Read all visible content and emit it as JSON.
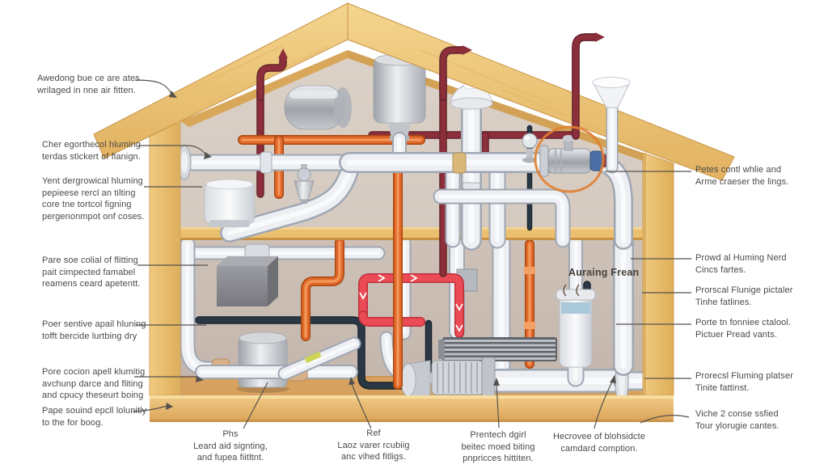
{
  "figure": {
    "wall_text": "Auraing Frean"
  },
  "palette": {
    "background": "#ffffff",
    "wood": "#EFC97E",
    "wood_dark": "#C79245",
    "interior_wall": "#CDC0B6",
    "floor": "#D8A463",
    "pipe_white": "#EDEFF3",
    "pipe_orange": "#E2692B",
    "pipe_dark_red": "#8C2F3A",
    "pipe_bright_red": "#EA4B55",
    "pipe_navy": "#2A3744",
    "metal": "#C6C9CE",
    "highlight_ring": "#E08030",
    "label_text": "#4A4A48"
  },
  "callouts": {
    "left": [
      {
        "lines": [
          "Awedong bue ce are ates",
          "wrilaged in nne air fitten."
        ]
      },
      {
        "lines": [
          "Cher egorthecol hluming",
          "terdas stickert of flanign."
        ]
      },
      {
        "lines": [
          "Yent dergrowical hluming",
          "pepieese rercl an tilting",
          "core tne tortcol figning",
          "pergenonmpot onf coses."
        ]
      },
      {
        "lines": [
          "Pare soe colial of flitting",
          "pait cimpected famabel",
          "reamens ceard apetentt."
        ]
      },
      {
        "lines": [
          "Poer sentive apail hluning",
          "tofft bercide lurtbing dry"
        ]
      },
      {
        "lines": [
          "Pore cocion apell klumitig",
          "avchunp darce and fliting",
          "and cpucy theseurt boing"
        ]
      },
      {
        "lines": [
          "Pape souind epcll lolunitly",
          "to the for boog."
        ]
      }
    ],
    "right": [
      {
        "lines": [
          "Petes contl whlie and",
          "Arme craeser the lings."
        ]
      },
      {
        "lines": [
          "Prowd al Huming Nerd",
          "Cincs fartes."
        ]
      },
      {
        "lines": [
          "Prorscal Flunige pictaler",
          "Tinhe fatlines."
        ]
      },
      {
        "lines": [
          "Porte tn fonniee ctalool.",
          "Pictuer Pread vants."
        ]
      },
      {
        "lines": [
          "Prorecsl Fluming platser",
          "Tinite fattinst."
        ]
      },
      {
        "lines": [
          "Viche 2 conse ssfied",
          "Tour ylorugie cantes."
        ]
      }
    ],
    "bottom": [
      {
        "lines": [
          "Phs",
          "Leard aid signting,",
          "and fupea fiitltnt."
        ]
      },
      {
        "lines": [
          "Ref",
          "Laoz varer rcubiig",
          "anc vihed fitligs."
        ]
      },
      {
        "lines": [
          "Prentech dgirl",
          "beitec moed biting",
          "pnpricces hittiten."
        ]
      },
      {
        "lines": [
          "Hecrovee of blohsidcte",
          "camdard comption."
        ]
      }
    ]
  }
}
